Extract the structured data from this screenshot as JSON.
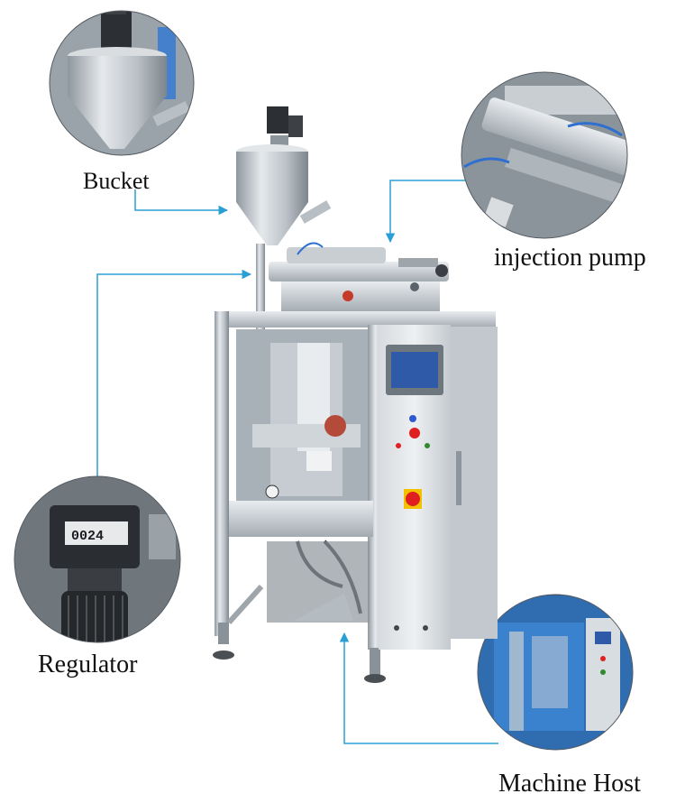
{
  "labels": {
    "bucket": "Bucket",
    "injection_pump": "injection pump",
    "regulator": "Regulator",
    "machine_host": "Machine Host",
    "counter_display": "0024"
  },
  "colors": {
    "callout_line": "#2a9fd6",
    "steel": "#c9ced3",
    "steel_dark": "#7d858d",
    "panel_screen": "#2f5aa8",
    "estop": "#e02020",
    "estop_ring": "#f2c200",
    "background": "#ffffff"
  },
  "icons": {
    "arrow": "arrow-head-icon"
  }
}
